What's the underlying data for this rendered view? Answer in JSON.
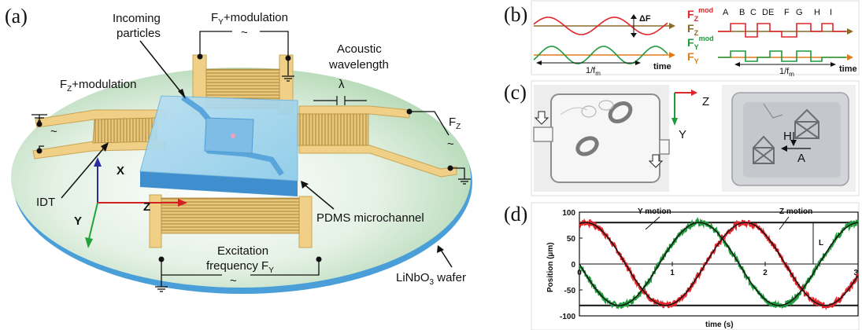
{
  "figure": {
    "panel_a": "(a)",
    "panel_b": "(b)",
    "panel_c": "(c)",
    "panel_d": "(d)"
  },
  "panel_a": {
    "fy_mod": "F",
    "fy_mod_sub": "Y",
    "fy_mod_rest": "+modulation",
    "incoming_1": "Incoming",
    "incoming_2": "particles",
    "acoustic_1": "Acoustic",
    "acoustic_2": "wavelength",
    "lambda": "λ",
    "fz_mod": "F",
    "fz_mod_sub": "Z",
    "fz_mod_rest": "+modulation",
    "fz": "F",
    "fz_sub": "Z",
    "idt": "IDT",
    "axis_x": "X",
    "axis_y": "Y",
    "axis_z": "Z",
    "pdms": "PDMS microchannel",
    "excitation_1": "Excitation",
    "excitation_2": "frequency F",
    "excitation_sub": "Y",
    "wafer_pre": "LiNbO",
    "wafer_sub": "3",
    "wafer_post": " wafer",
    "tilde": "~"
  },
  "panel_b": {
    "delta_f": "ΔF",
    "period_fm": "1/f",
    "period_fm_sub": "m",
    "time_left": "time",
    "time_right": "time",
    "fz_mod": "F",
    "fz_mod_sub": "Z",
    "fz_mod_sup": "mod",
    "fz": "F",
    "fz_sub": "Z",
    "fy_mod": "F",
    "fy_mod_sub": "Y",
    "fy_mod_sup": "mod",
    "fy": "F",
    "fy_sub": "Y",
    "letters": [
      "A",
      "B",
      "C",
      "DE",
      "F",
      "G",
      "H",
      "I"
    ],
    "period_right": "1/f",
    "period_right_sub": "m",
    "colors": {
      "red": "#e0252a",
      "green": "#1f9a3a",
      "brown": "#8a6a2c",
      "orange": "#e07b1c"
    }
  },
  "panel_c": {
    "axis_z": "Z",
    "axis_y": "Y",
    "label_h": "H",
    "label_a": "A"
  },
  "panel_d": {
    "y_motion": "Y motion",
    "z_motion": "Z motion",
    "l_label": "L"
  },
  "chart_data": {
    "type": "line",
    "xlabel": "time (s)",
    "ylabel": "Position (µm)",
    "xlim": [
      0,
      3
    ],
    "ylim": [
      -100,
      100
    ],
    "x_ticks": [
      0,
      1,
      2,
      3
    ],
    "y_ticks": [
      100,
      50,
      0,
      -50,
      -100
    ],
    "reference_lines": [
      80,
      0,
      -80
    ],
    "series": [
      {
        "name": "Y motion",
        "color": "#1f9a3a",
        "amplitude": 80,
        "period_s": 1.72,
        "phase_deg": 180
      },
      {
        "name": "Z motion",
        "color": "#e0252a",
        "amplitude": 80,
        "period_s": 1.72,
        "phase_deg": 76
      }
    ]
  }
}
